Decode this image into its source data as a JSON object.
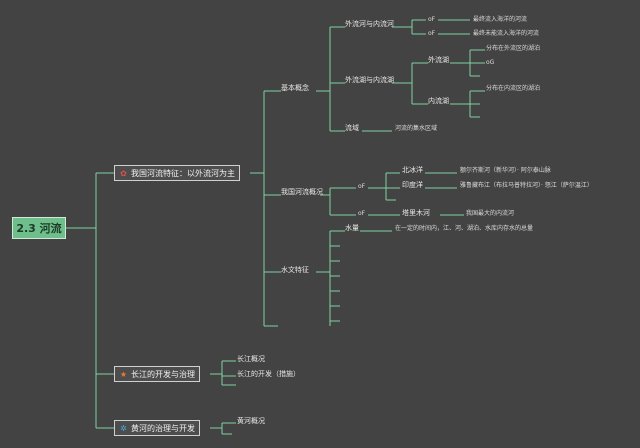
{
  "root": {
    "label": "2.3 河流"
  },
  "colors": {
    "line": "#7fd0a2",
    "root_bg": "#6fbf8c",
    "bg": "#434343",
    "star": "#e87a2b",
    "gear": "#4aa8d8"
  },
  "main1": {
    "label": "我国河流特征：以外流河为主",
    "icon": "flower-icon",
    "basic": {
      "label": "基本概念",
      "ext_int": {
        "label": "外流河与内流河",
        "a": {
          "tag": "oF",
          "text": "最终流入海洋的河流"
        },
        "b": {
          "tag": "oF",
          "text": "最终未能流入海洋的河流"
        }
      },
      "basin": {
        "label": "外流湖与内流湖",
        "ext": {
          "label": "外流湖",
          "text": "分布在外流区的湖泊",
          "tag": "oG"
        },
        "int": {
          "label": "内流湖",
          "text": "分布在内流区的湖泊"
        }
      },
      "drainage": {
        "label": "流域",
        "text": "河流的集水区域"
      }
    },
    "overview": {
      "label": "我国河流概况",
      "tag1": "oF",
      "north": {
        "label": "北冰洋",
        "text": "额尔齐斯河（新华河）· 阿尔泰山脉"
      },
      "indian": {
        "label": "印度洋",
        "text": "雅鲁藏布江（布拉马普特拉河）· 怒江（萨尔温江）"
      },
      "tag2": "oF",
      "tarim": {
        "label": "塔里木河",
        "text": "我国最大的内流河"
      }
    },
    "hydro": {
      "label": "水文特征",
      "volume": {
        "label": "水量",
        "text": "在一定的时间内，江、河、湖泊、水库内存水的总量"
      }
    }
  },
  "main2": {
    "label": "长江的开发与治理",
    "icon": "star-icon",
    "items": [
      "长江概况",
      "长江的开发（措施）"
    ]
  },
  "main3": {
    "label": "黄河的治理与开发",
    "icon": "gear-icon",
    "items": [
      "黄河概况"
    ]
  }
}
